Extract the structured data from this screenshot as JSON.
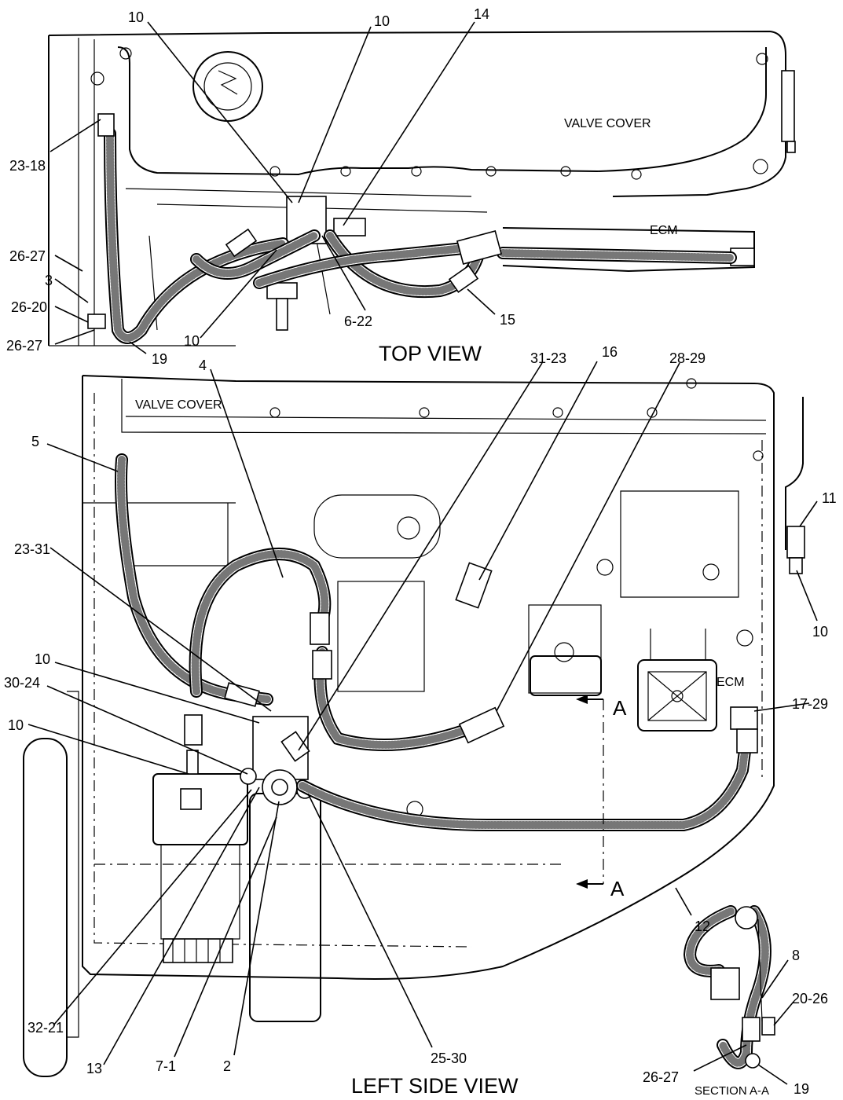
{
  "views": {
    "top": "TOP VIEW",
    "left_side": "LEFT SIDE VIEW",
    "section": "SECTION A-A"
  },
  "components": {
    "valve_cover_top": "VALVE COVER",
    "valve_cover_side": "VALVE COVER",
    "ecm_top": "ECM",
    "ecm_side": "ECM"
  },
  "section_markers": {
    "upper": "A",
    "lower": "A"
  },
  "callouts": {
    "top": [
      "10",
      "10",
      "14",
      "23-18",
      "26-27",
      "3",
      "26-20",
      "26-27",
      "19",
      "10",
      "6-22",
      "15"
    ],
    "side": [
      "4",
      "31-23",
      "16",
      "28-29",
      "5",
      "11",
      "10",
      "23-31",
      "10",
      "30-24",
      "10",
      "17-29",
      "12",
      "32-21",
      "13",
      "7-1",
      "2",
      "25-30"
    ],
    "section": [
      "8",
      "20-26",
      "26-27",
      "19"
    ]
  }
}
